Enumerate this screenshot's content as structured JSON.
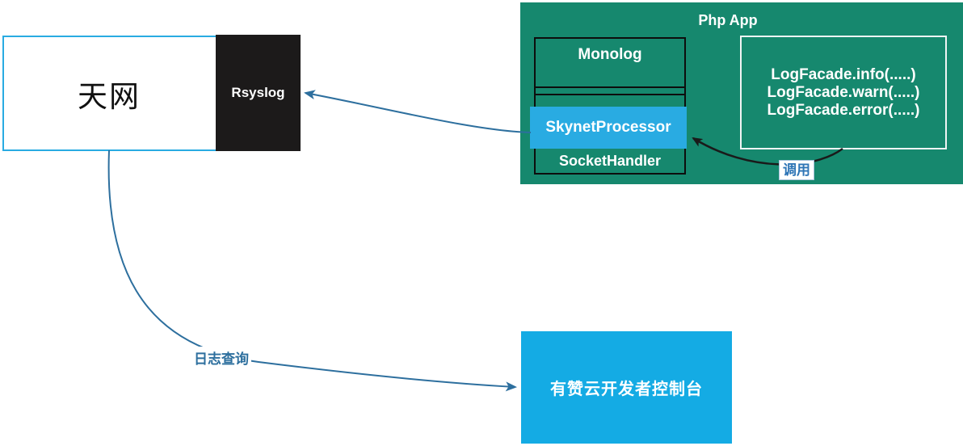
{
  "diagram": {
    "skynet_box": {
      "label": "天网"
    },
    "rsyslog_box": {
      "label": "Rsyslog"
    },
    "php_app": {
      "title": "Php App",
      "monolog_box": {
        "title": "Monolog",
        "socket_handler_label": "SocketHandler"
      },
      "skynet_processor_label": "SkynetProcessor",
      "log_facade_box": {
        "lines": [
          "LogFacade.info(.....)",
          "LogFacade.warn(.....)",
          "LogFacade.error(.....)"
        ]
      },
      "call_edge_label": "调用"
    },
    "console_box": {
      "label": "有赞云开发者控制台"
    },
    "edges": {
      "log_query_label": "日志查询"
    },
    "colors": {
      "panel_teal": "#16886E",
      "accent_blue": "#29ABE2",
      "console_blue": "#14ABE4",
      "arrow_blue": "#2D6F9E",
      "arrow_black": "#1A1A1A",
      "box_black": "#1C1A1A",
      "label_blue_text": "#2E75B6"
    }
  }
}
